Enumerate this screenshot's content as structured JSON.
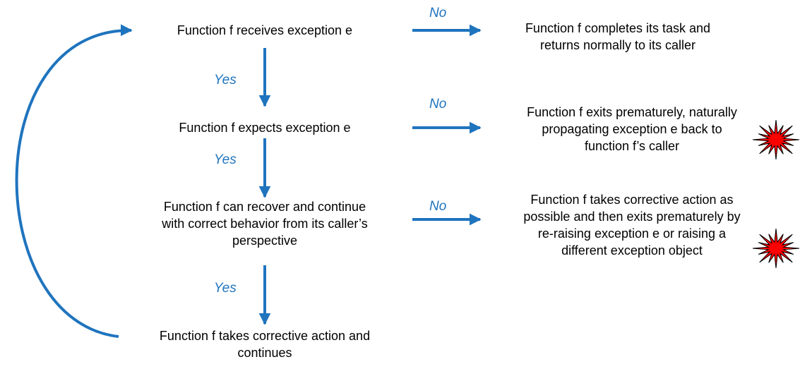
{
  "colors": {
    "arrow": "#1F74BE",
    "label": "#1F74BE",
    "text": "#000000",
    "burst_fill": "#FF0000",
    "burst_stroke": "#000000"
  },
  "nodes": {
    "receives": "Function f receives exception e",
    "expects": "Function f expects exception e",
    "can_recover": "Function f can recover and continue\nwith correct behavior from its caller’s\nperspective",
    "takes_action": "Function f takes corrective action and\ncontinues",
    "completes": "Function f completes its task and\nreturns normally to its caller",
    "exits_prematurely": "Function f exits prematurely, naturally\npropagating exception e back to\nfunction f’s caller",
    "corrective_exit": "Function f takes corrective action as\npossible and then exits prematurely by\nre-raising exception e or raising a\ndifferent exception object"
  },
  "labels": {
    "no_1": "No",
    "no_2": "No",
    "no_3": "No",
    "yes_1": "Yes",
    "yes_2": "Yes",
    "yes_3": "Yes"
  },
  "icons": {
    "burst_1": "explosion-burst-icon",
    "burst_2": "explosion-burst-icon"
  }
}
